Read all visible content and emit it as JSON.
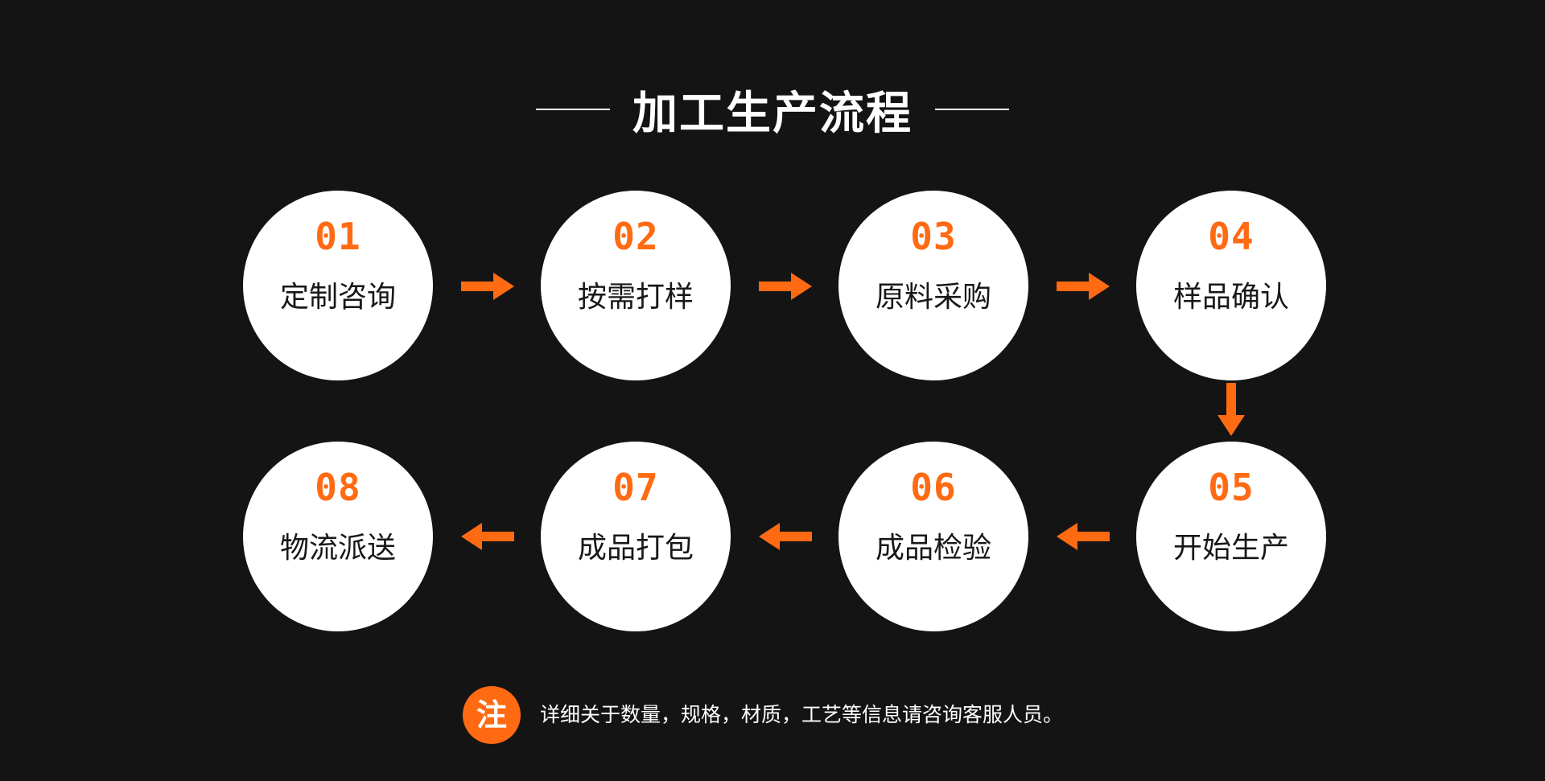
{
  "title": "加工生产流程",
  "steps": [
    {
      "number": "01",
      "label": "定制咨询"
    },
    {
      "number": "02",
      "label": "按需打样"
    },
    {
      "number": "03",
      "label": "原料采购"
    },
    {
      "number": "04",
      "label": "样品确认"
    },
    {
      "number": "05",
      "label": "开始生产"
    },
    {
      "number": "06",
      "label": "成品检验"
    },
    {
      "number": "07",
      "label": "成品打包"
    },
    {
      "number": "08",
      "label": "物流派送"
    }
  ],
  "note": {
    "badge": "注",
    "text": "详细关于数量，规格，材质，工艺等信息请咨询客服人员。"
  },
  "colors": {
    "background": "#151414",
    "accent": "#ff6a12",
    "circle": "#ffffff",
    "text_dark": "#181818"
  },
  "icons": {
    "flow_arrow": "arrow-icon"
  }
}
